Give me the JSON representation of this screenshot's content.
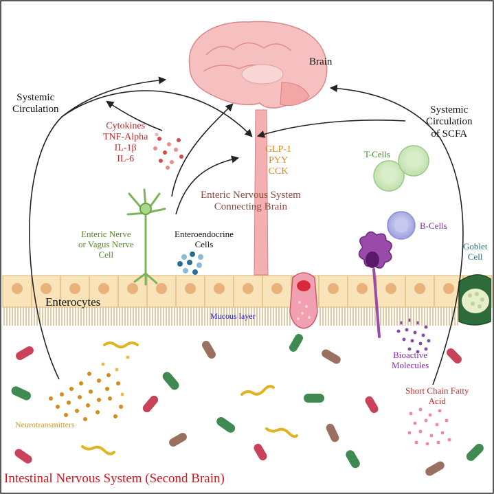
{
  "labels": {
    "brain": "Brain",
    "systemic_circulation": [
      "Systemic",
      "Circulation"
    ],
    "systemic_circulation_scfa": [
      "Systemic",
      "Circulation",
      "of SCFA"
    ],
    "cytokines": [
      "Cytokines",
      "TNF-Alpha",
      "IL-1β",
      "IL-6"
    ],
    "hormones": [
      "GLP-1",
      "PYY",
      "CCK"
    ],
    "ens_connecting": [
      "Enteric Nervous System",
      "Connecting Brain"
    ],
    "t_cells": "T-Cells",
    "b_cells": "B-Cells",
    "goblet_cell": [
      "Goblet",
      "Cell"
    ],
    "enteric_nerve": [
      "Enteric Nerve",
      "or Vagus Nerve",
      "Cell"
    ],
    "enteroendocrine": [
      "Enteroendocrine",
      "Cells"
    ],
    "enterocytes": "Enterocytes",
    "mucous_layer": "Mucous layer",
    "bioactive": [
      "Bioactive",
      "Molecules"
    ],
    "scfa": [
      "Short Chain Fatty",
      "Acid"
    ],
    "neurotransmitters": "Neurotransmitters",
    "footer_title": "Intestinal Nervous System (Second Brain)"
  },
  "colors": {
    "cytokines": "#c0282a",
    "hormones": "#e08a1e",
    "ens": "#8b4a3c",
    "t_cells": "#3e8a2a",
    "b_cells": "#7a2aa8",
    "goblet": "#2c6a7a",
    "enteric_nerve": "#5a8a2a",
    "mucous": "#1a1adc",
    "bioactive": "#8a2ab0",
    "scfa": "#c0282a",
    "neuro": "#d19a14",
    "footer": "#d8141e"
  }
}
